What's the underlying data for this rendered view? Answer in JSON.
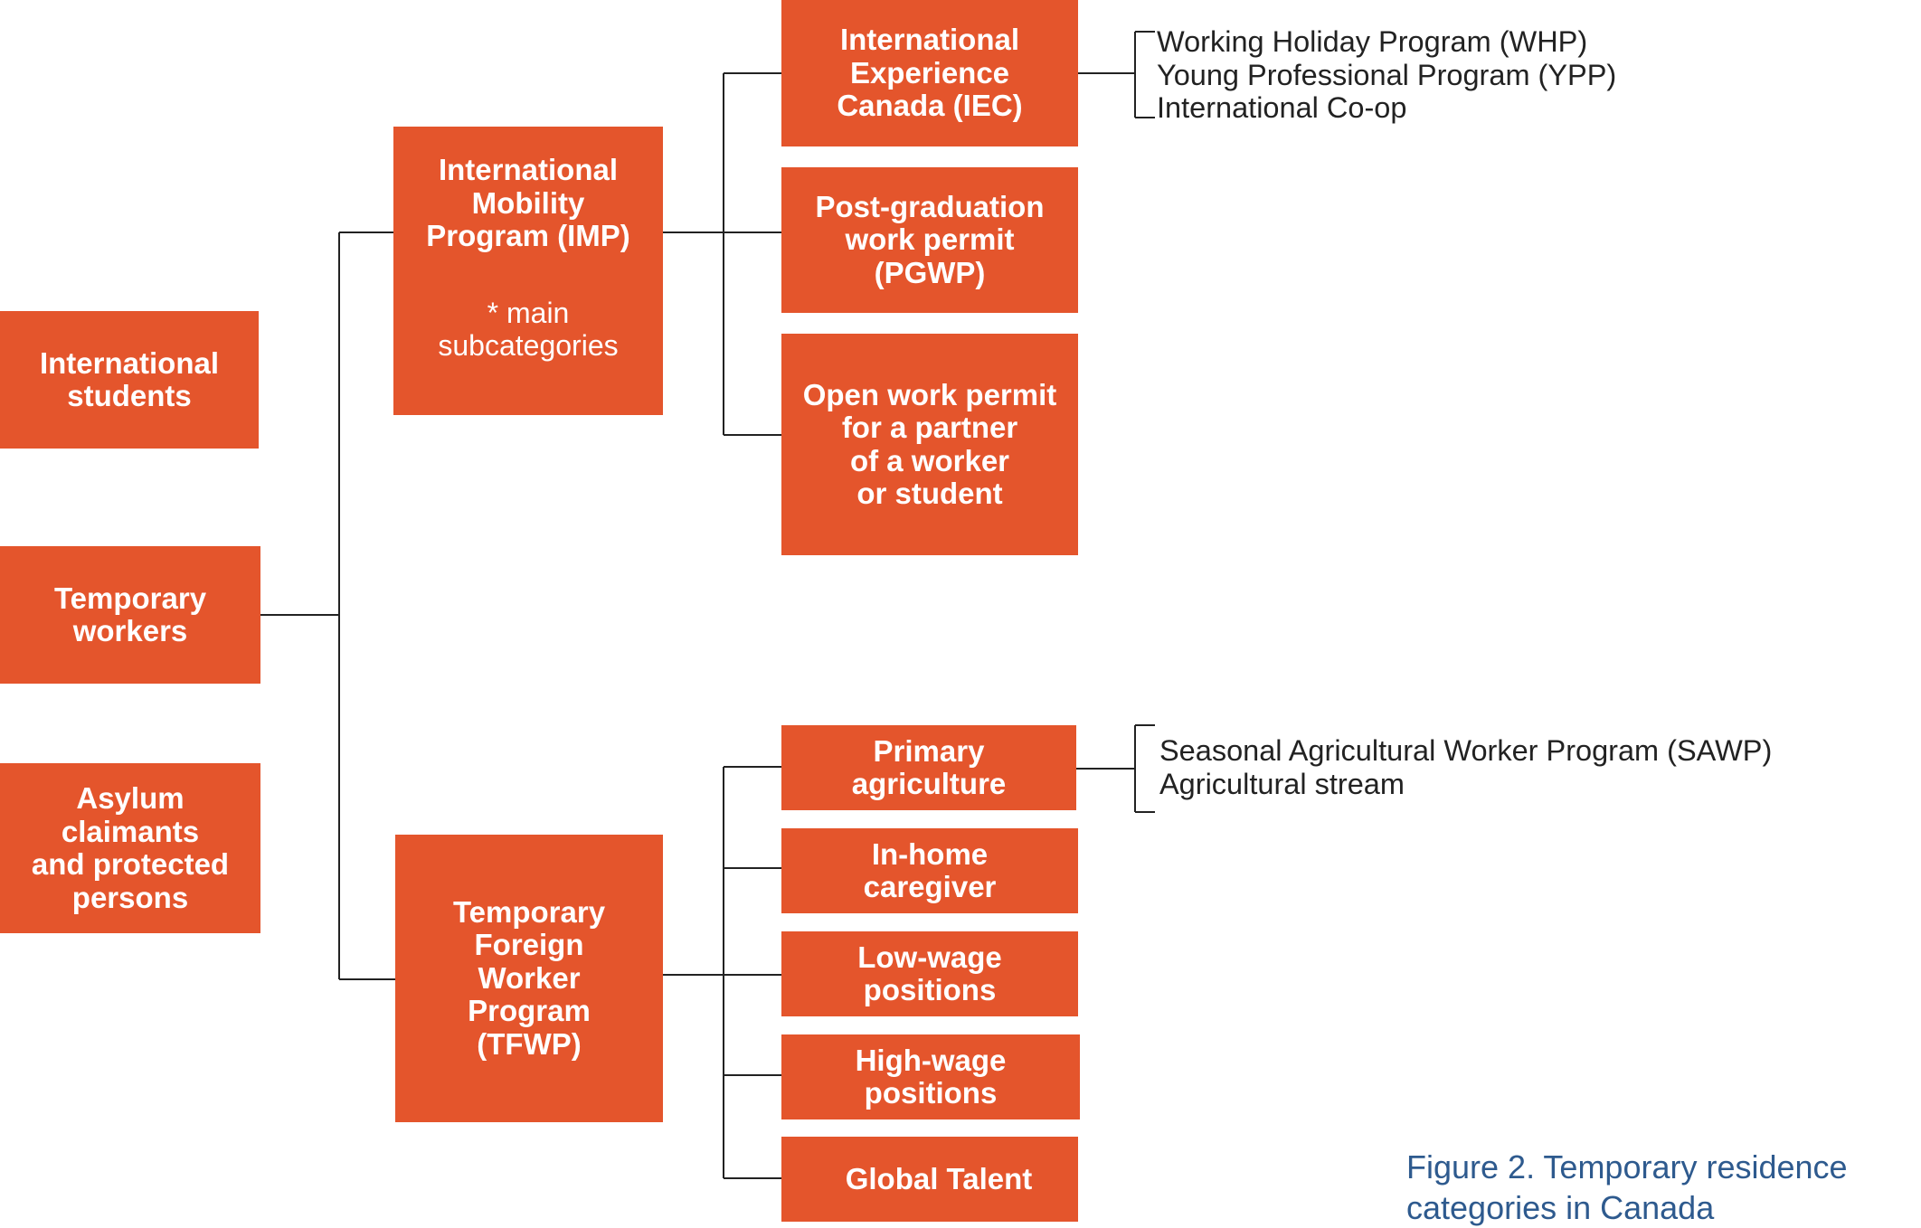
{
  "colors": {
    "box_fill": "#e4552c",
    "box_text": "#ffffff",
    "line": "#222222",
    "caption": "#2e5a8e"
  },
  "categories": {
    "international_students": "International\nstudents",
    "temporary_workers": "Temporary\nworkers",
    "asylum": "Asylum\nclaimants\nand protected\npersons"
  },
  "programs": {
    "imp": {
      "title": "International\nMobility\nProgram (IMP)",
      "note": "* main\nsubcategories"
    },
    "tfwp": {
      "title": "Temporary\nForeign\nWorker\nProgram\n(TFWP)"
    }
  },
  "imp_subcategories": {
    "iec": "International\nExperience\nCanada (IEC)",
    "pgwp": "Post-graduation\nwork permit\n(PGWP)",
    "owp": "Open work permit\nfor a partner\nof a worker\nor student"
  },
  "tfwp_subcategories": {
    "primary_agriculture": "Primary\nagriculture",
    "in_home_caregiver": "In-home\ncaregiver",
    "low_wage": "Low-wage\npositions",
    "high_wage": "High-wage\npositions",
    "global_talent": "Global Talent"
  },
  "iec_streams": [
    "Working Holiday Program (WHP)",
    "Young Professional Program (YPP)",
    "International Co-op"
  ],
  "agriculture_streams": [
    "Seasonal Agricultural Worker Program (SAWP)",
    "Agricultural stream"
  ],
  "caption": "Figure 2. Temporary residence\ncategories in Canada"
}
